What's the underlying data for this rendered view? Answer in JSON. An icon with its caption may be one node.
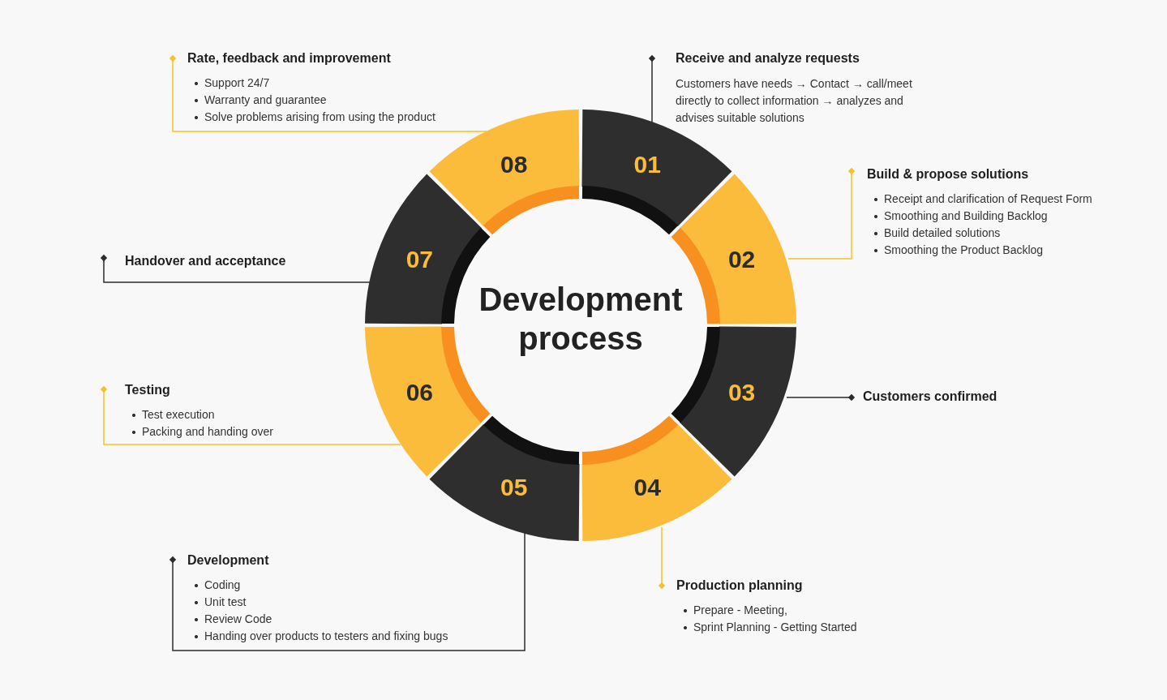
{
  "diagram": {
    "nodes": [
      {
        "text": [
          "Development process"
        ]
      },
      {
        "text": [
          "01"
        ]
      },
      {
        "text": [
          "02"
        ]
      },
      {
        "text": [
          "03"
        ]
      },
      {
        "text": [
          "04"
        ]
      },
      {
        "text": [
          "05"
        ]
      },
      {
        "text": [
          "06"
        ]
      },
      {
        "text": [
          "07"
        ]
      },
      {
        "text": [
          "08"
        ]
      },
      {
        "text": [
          "Receive and analyze requests",
          "Customers have needs → Contact → call/meet directly to collect information → analyzes and advises suitable solutions"
        ]
      },
      {
        "text": [
          "Build & propose solutions",
          "Receipt and clarification of Request Form",
          "Smoothing and Building Backlog",
          "Build detailed solutions",
          "Smoothing the Product Backlog"
        ]
      },
      {
        "text": [
          "Customers confirmed"
        ]
      },
      {
        "text": [
          "Production planning",
          "Prepare - Meeting,",
          "Sprint Planning - Getting Started"
        ]
      },
      {
        "text": [
          "Development",
          "Coding",
          "Unit test",
          "Review Code",
          "Handing over products to testers and fixing bugs"
        ]
      },
      {
        "text": [
          "Testing",
          "Test execution",
          "Packing and handing over"
        ]
      },
      {
        "text": [
          "Handover and acceptance"
        ]
      },
      {
        "text": [
          "Rate, feedback and improvement",
          "Support 24/7",
          "Warranty and guarantee",
          "Solve problems arising from using the product"
        ]
      }
    ],
    "edges": [
      {
        "from": 9,
        "to": 1,
        "arrow": "other",
        "color": "#2b2b2b"
      },
      {
        "from": 10,
        "to": 2,
        "arrow": "other",
        "color": "#f5c227"
      },
      {
        "from": 11,
        "to": 3,
        "arrow": "other",
        "color": "#2b2b2b"
      },
      {
        "from": 12,
        "to": 4,
        "arrow": "other",
        "color": "#f5c227"
      },
      {
        "from": 13,
        "to": 5,
        "arrow": "other",
        "color": "#2b2b2b"
      },
      {
        "from": 14,
        "to": 6,
        "arrow": "other",
        "color": "#f5c227"
      },
      {
        "from": 15,
        "to": 7,
        "arrow": "other",
        "color": "#2b2b2b"
      },
      {
        "from": 16,
        "to": 8,
        "arrow": "other",
        "color": "#f5c227"
      }
    ]
  }
}
